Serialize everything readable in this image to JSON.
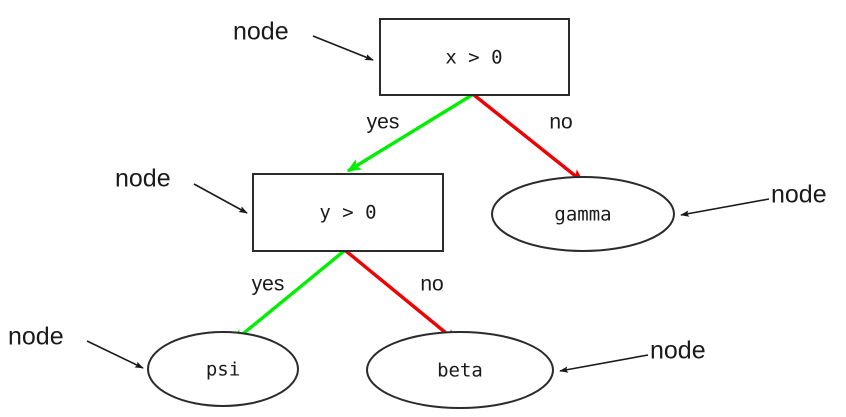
{
  "diagram": {
    "type": "decision-tree",
    "background_color": "#ffffff",
    "nodes": [
      {
        "id": "root",
        "shape": "rectangle",
        "label": "x > 0",
        "stroke_color": "#2b2b2b",
        "fill_color": "#ffffff"
      },
      {
        "id": "second",
        "shape": "rectangle",
        "label": "y > 0",
        "stroke_color": "#2b2b2b",
        "fill_color": "#ffffff"
      },
      {
        "id": "gamma",
        "shape": "ellipse",
        "label": "gamma",
        "stroke_color": "#2b2b2b",
        "fill_color": "#ffffff"
      },
      {
        "id": "psi",
        "shape": "ellipse",
        "label": "psi",
        "stroke_color": "#2b2b2b",
        "fill_color": "#ffffff"
      },
      {
        "id": "beta",
        "shape": "ellipse",
        "label": "beta",
        "stroke_color": "#2b2b2b",
        "fill_color": "#ffffff"
      }
    ],
    "edges": [
      {
        "id": "root-yes",
        "from": "root",
        "to": "second",
        "label": "yes",
        "color": "#00ee00"
      },
      {
        "id": "root-no",
        "from": "root",
        "to": "gamma",
        "label": "no",
        "color": "#f00000"
      },
      {
        "id": "second-yes",
        "from": "second",
        "to": "psi",
        "label": "yes",
        "color": "#00ee00"
      },
      {
        "id": "second-no",
        "from": "second",
        "to": "beta",
        "label": "no",
        "color": "#f00000"
      }
    ],
    "annotations": [
      {
        "id": "anno-root",
        "label": "node",
        "target": "root"
      },
      {
        "id": "anno-second",
        "label": "node",
        "target": "second"
      },
      {
        "id": "anno-gamma",
        "label": "node",
        "target": "gamma"
      },
      {
        "id": "anno-psi",
        "label": "node",
        "target": "psi"
      },
      {
        "id": "anno-beta",
        "label": "node",
        "target": "beta"
      }
    ]
  }
}
